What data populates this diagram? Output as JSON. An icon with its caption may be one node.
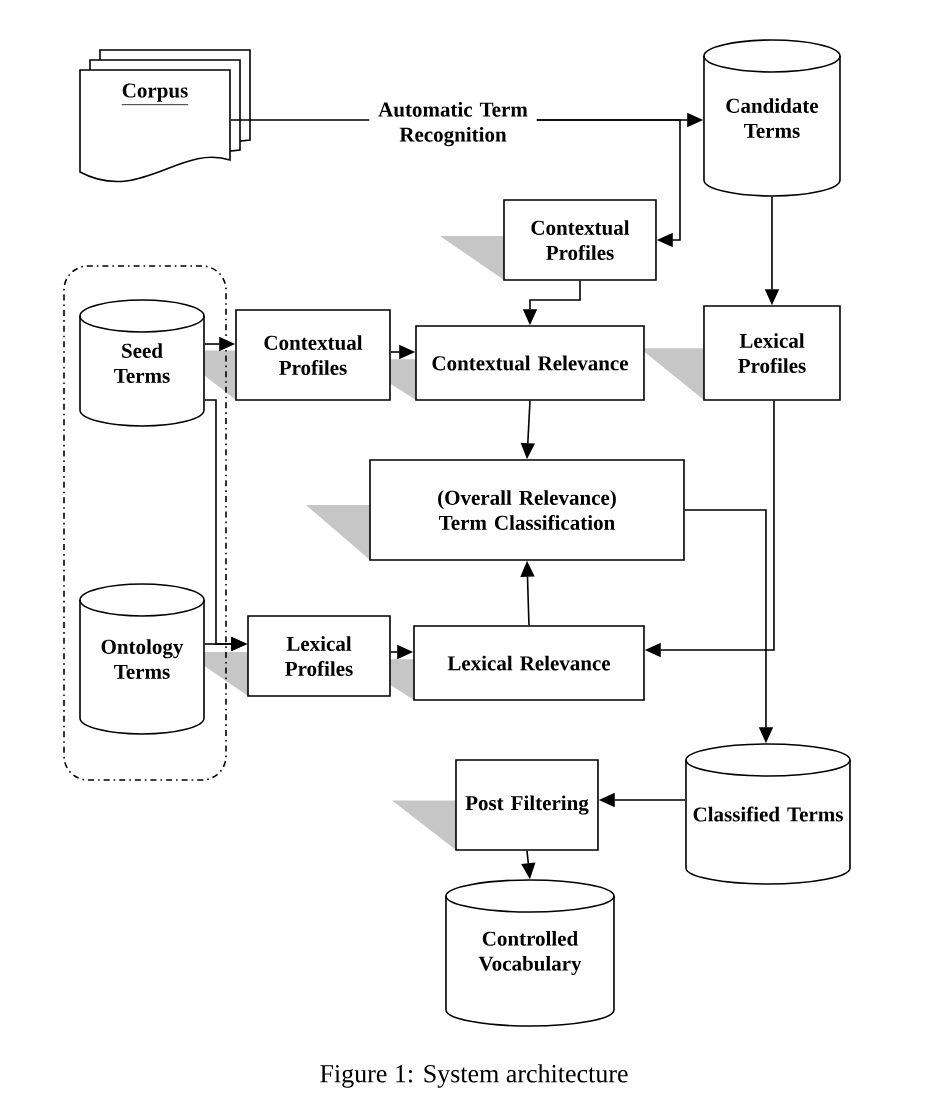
{
  "diagram": {
    "caption": "Figure 1: System architecture",
    "nodes": [
      {
        "text": [
          "Corpus"
        ]
      },
      {
        "text": [
          "Automatic Term Recognition"
        ]
      },
      {
        "text": [
          "Candidate Terms"
        ]
      },
      {
        "text": [
          "Contextual Profiles"
        ]
      },
      {
        "text": [],
        "shape": "box"
      },
      {
        "text": [
          "Seed Terms"
        ],
        "in": 4
      },
      {
        "text": [
          "Contextual Profiles"
        ]
      },
      {
        "text": [
          "Contextual Relevance"
        ]
      },
      {
        "text": [
          "Lexical Profiles"
        ]
      },
      {
        "text": [
          "(Overall Relevance) Term Classification"
        ]
      },
      {
        "text": [
          "Ontology Terms"
        ],
        "in": 4
      },
      {
        "text": [
          "Lexical Profiles"
        ]
      },
      {
        "text": [
          "Lexical Relevance"
        ]
      },
      {
        "text": [
          "Classified Terms"
        ]
      },
      {
        "text": [
          "Post Filtering"
        ]
      },
      {
        "text": [
          "Controlled Vocabulary"
        ]
      }
    ],
    "edges": [
      {
        "from": 0,
        "to": 1,
        "arrow": "none"
      },
      {
        "from": 1,
        "to": 2,
        "arrow": "to"
      },
      {
        "from": 1,
        "to": 3,
        "arrow": "to"
      },
      {
        "from": 2,
        "to": 8,
        "arrow": "to"
      },
      {
        "from": 3,
        "to": 7,
        "arrow": "to"
      },
      {
        "from": 5,
        "to": 6,
        "arrow": "to"
      },
      {
        "from": 6,
        "to": 7,
        "arrow": "to"
      },
      {
        "from": 7,
        "to": 9,
        "arrow": "to"
      },
      {
        "from": 5,
        "to": 11,
        "arrow": "to"
      },
      {
        "from": 10,
        "to": 11,
        "arrow": "to"
      },
      {
        "from": 11,
        "to": 12,
        "arrow": "to"
      },
      {
        "from": 12,
        "to": 9,
        "arrow": "to"
      },
      {
        "from": 8,
        "to": 12,
        "arrow": "to"
      },
      {
        "from": 9,
        "to": 13,
        "arrow": "to"
      },
      {
        "from": 13,
        "to": 14,
        "arrow": "to"
      },
      {
        "from": 14,
        "to": 15,
        "arrow": "to"
      }
    ]
  }
}
